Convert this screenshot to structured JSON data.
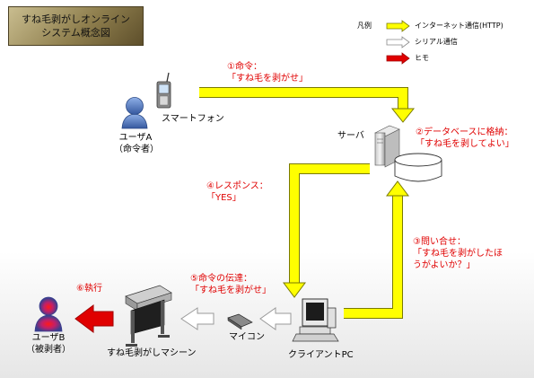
{
  "title": {
    "line1": "すね毛剥がしオンライン",
    "line2": "システム概念図"
  },
  "legend": {
    "heading": "凡例",
    "items": [
      {
        "label": "インターネット通信(HTTP)",
        "color": "#ffff00"
      },
      {
        "label": "シリアル通信",
        "color": "#ffffff"
      },
      {
        "label": "ヒモ",
        "color": "#e00000"
      }
    ]
  },
  "nodes": {
    "user_a": {
      "line1": "ユーザA",
      "line2": "（命令者）"
    },
    "smartphone": "スマートフォン",
    "server": "サーバ",
    "client_pc": "クライアントPC",
    "mycon": "マイコン",
    "machine": "すね毛剥がしマシーン",
    "user_b": {
      "line1": "ユーザB",
      "line2": "（被剥者）"
    }
  },
  "steps": {
    "s1": {
      "line1": "①命令：",
      "line2": "「すね毛を剥がせ」"
    },
    "s2": {
      "line1": "②データベースに格納：",
      "line2": "「すね毛を剥してよい」"
    },
    "s3": {
      "line1": "③問い合せ：",
      "line2": "「すね毛を剥がしたほ",
      "line3": "うがよいか？」"
    },
    "s4": {
      "line1": "④レスポンス：",
      "line2": "「YES」"
    },
    "s5": {
      "line1": "⑤命令の伝達：",
      "line2": "「すね毛を剥がせ」"
    },
    "s6": {
      "line1": "⑥執行"
    }
  },
  "colors": {
    "http": "#ffff00",
    "serial": "#ffffff",
    "string": "#e00000",
    "label": "#e00000"
  }
}
